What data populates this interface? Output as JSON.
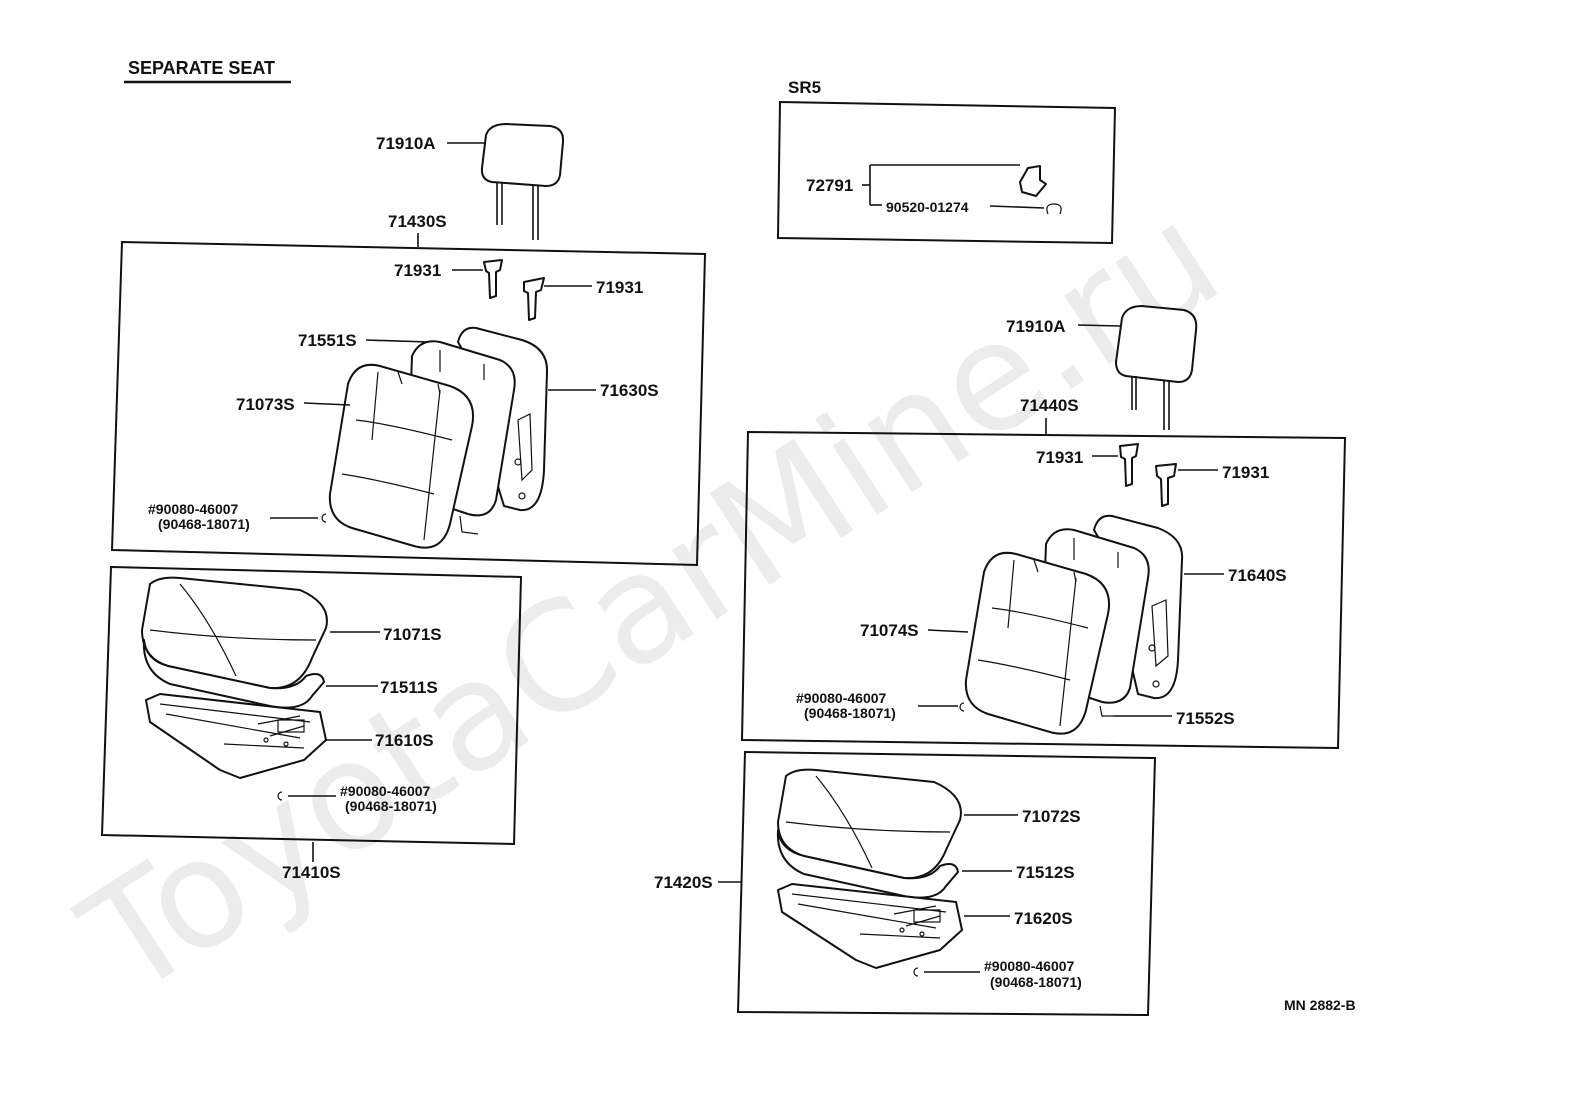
{
  "watermark": "ToyotaCarMine.ru",
  "title": "SEPARATE SEAT",
  "variant_label": "SR5",
  "figure_code": "MN  2882-B",
  "left": {
    "headrest": "71910A",
    "back_assy": "71430S",
    "support_a": "71931",
    "support_b": "71931",
    "back_pad": "71551S",
    "back_cover": "71073S",
    "back_frame": "71630S",
    "clip_a": "#90080-46007",
    "clip_b": "(90468-18071)",
    "cushion_cover": "71071S",
    "cushion_pad": "71511S",
    "cushion_frame": "71610S",
    "clip2_a": "#90080-46007",
    "clip2_b": "(90468-18071)",
    "cushion_assy": "71410S"
  },
  "sr5": {
    "lever": "72791",
    "clip": "90520-01274"
  },
  "right": {
    "headrest": "71910A",
    "back_assy": "71440S",
    "support_a": "71931",
    "support_b": "71931",
    "back_frame": "71640S",
    "back_cover": "71074S",
    "clip_a": "#90080-46007",
    "clip_b": "(90468-18071)",
    "back_pad": "71552S",
    "cushion_cover": "71072S",
    "cushion_pad": "71512S",
    "cushion_frame": "71620S",
    "cushion_assy": "71420S",
    "clip2_a": "#90080-46007",
    "clip2_b": "(90468-18071)"
  }
}
